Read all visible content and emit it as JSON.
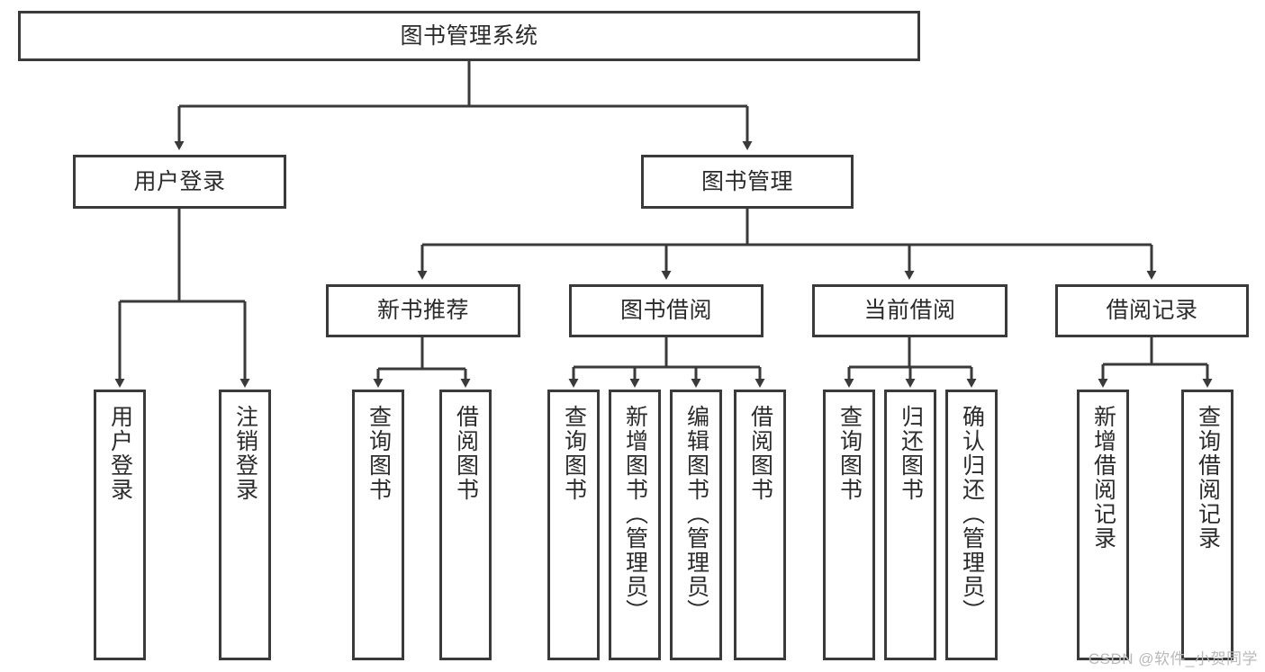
{
  "diagram": {
    "title": "图书管理系统",
    "type": "tree-hierarchy-diagram",
    "watermark": "CSDN @软件_小贺同学",
    "colors": {
      "box_border": "#3a3a3a",
      "box_fill": "#ffffff",
      "text": "#2b2b2b",
      "edge": "#3a3a3a",
      "background": "#ffffff",
      "watermark": "#b9b9b9"
    },
    "root": {
      "label": "图书管理系统"
    },
    "level2": [
      {
        "label": "用户登录"
      },
      {
        "label": "图书管理"
      }
    ],
    "level3": [
      {
        "label": "新书推荐"
      },
      {
        "label": "图书借阅"
      },
      {
        "label": "当前借阅"
      },
      {
        "label": "借阅记录"
      }
    ],
    "leaves": {
      "user_login": [
        {
          "label": "用户登录"
        },
        {
          "label": "注销登录"
        }
      ],
      "new_book_recommend": [
        {
          "label": "查询图书"
        },
        {
          "label": "借阅图书"
        }
      ],
      "book_borrow": [
        {
          "label": "查询图书"
        },
        {
          "label": "新增图书（管理员）"
        },
        {
          "label": "编辑图书（管理员）"
        },
        {
          "label": "借阅图书"
        }
      ],
      "current_borrow": [
        {
          "label": "查询图书"
        },
        {
          "label": "归还图书"
        },
        {
          "label": "确认归还（管理员）"
        }
      ],
      "borrow_record": [
        {
          "label": "新增借阅记录"
        },
        {
          "label": "查询借阅记录"
        }
      ]
    }
  }
}
